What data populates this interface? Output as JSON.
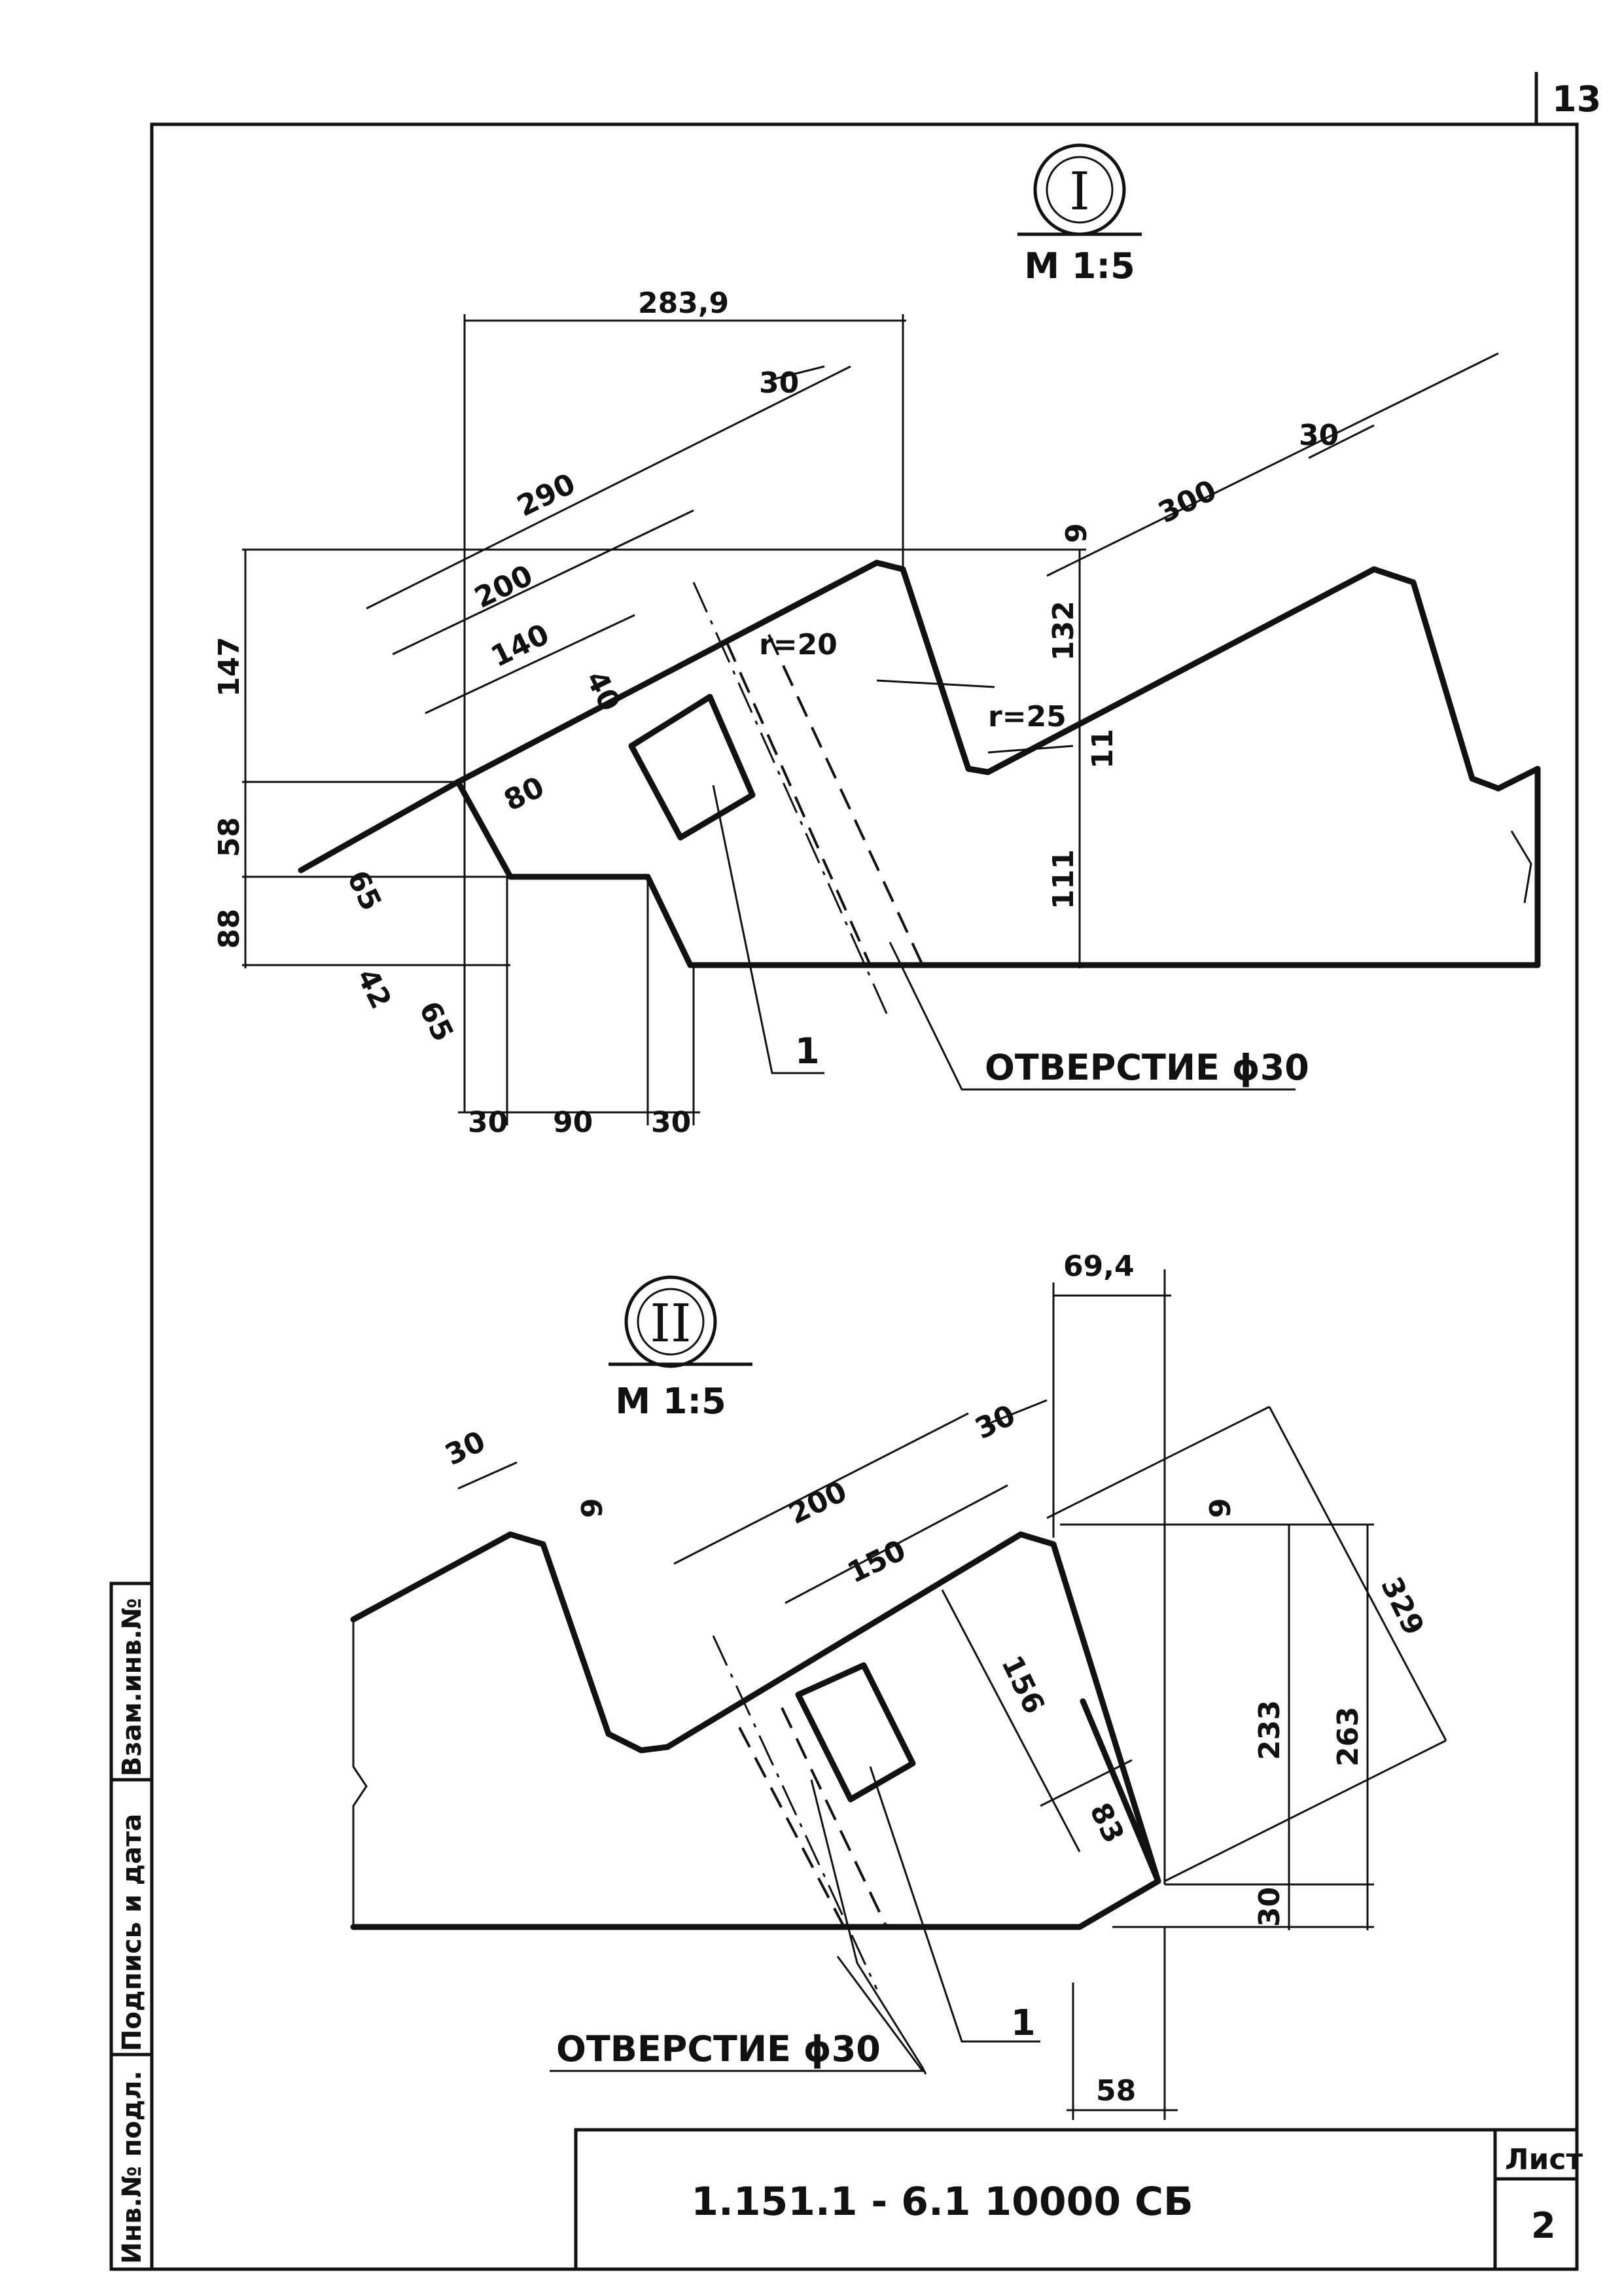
{
  "page_number": "13",
  "view1": {
    "roman": "I",
    "scale": "М 1:5",
    "dims": {
      "d283_9": "283,9",
      "d30a": "30",
      "d30b": "30",
      "d290": "290",
      "d300": "300",
      "d200": "200",
      "d140": "140",
      "d40": "40",
      "d80": "80",
      "d147": "147",
      "d58": "58",
      "d88": "88",
      "d65a": "65",
      "d42": "42",
      "d65b": "65",
      "d30c": "30",
      "d90": "90",
      "d30d": "30",
      "d9": "9",
      "d132": "132",
      "d11": "11",
      "d111": "111",
      "r20": "r=20",
      "r25": "r=25"
    },
    "callout_part": "1",
    "callout_hole": "ОТВЕРСТИЕ ϕ30"
  },
  "view2": {
    "roman": "II",
    "scale": "М 1:5",
    "dims": {
      "d69_4": "69,4",
      "d30a": "30",
      "d9a": "9",
      "d200": "200",
      "d150": "150",
      "d30b": "30",
      "d9b": "9",
      "d156": "156",
      "d83": "83",
      "d233": "233",
      "d263": "263",
      "d329": "329",
      "d30c": "30",
      "d58": "58"
    },
    "callout_hole": "ОТВЕРСТИЕ ϕ30",
    "callout_part": "1"
  },
  "side_stamp": {
    "col1": "Взам.инв.№",
    "col2": "Подпись и дата",
    "col3": "Инв.№ подл."
  },
  "title_block": {
    "designation": "1.151.1 - 6.1   10000 СБ",
    "sheet_label": "Лист",
    "sheet_number": "2"
  }
}
